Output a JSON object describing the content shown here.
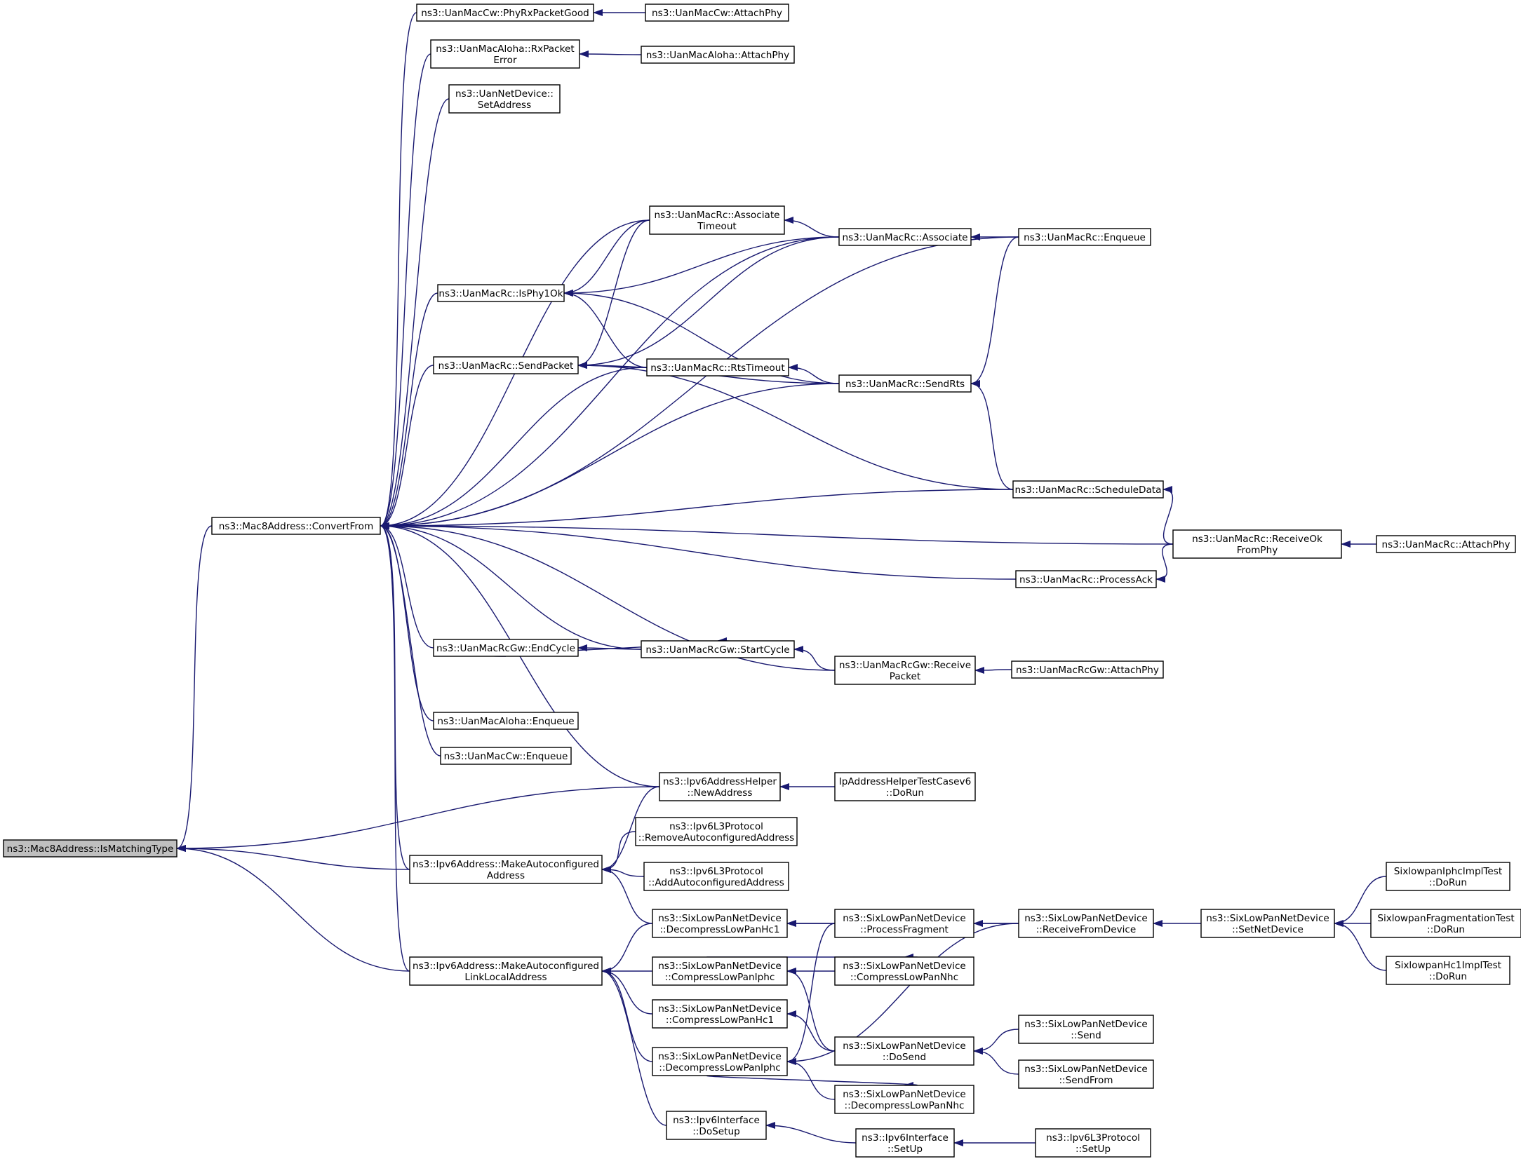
{
  "graph": {
    "colors": {
      "edge": "#191970",
      "node_border": "#000000",
      "node_fill": "#ffffff",
      "root_fill": "#bfbfbf"
    },
    "nodes": [
      {
        "id": "root",
        "lines": [
          "ns3::Mac8Address::IsMatchingType"
        ],
        "root": true
      },
      {
        "id": "convertfrom",
        "lines": [
          "ns3::Mac8Address::ConvertFrom"
        ]
      },
      {
        "id": "phyrxgood",
        "lines": [
          "ns3::UanMacCw::PhyRxPacketGood"
        ]
      },
      {
        "id": "cw_attach",
        "lines": [
          "ns3::UanMacCw::AttachPhy"
        ]
      },
      {
        "id": "aloha_rxerr",
        "lines": [
          "ns3::UanMacAloha::RxPacket",
          "Error"
        ]
      },
      {
        "id": "aloha_attach",
        "lines": [
          "ns3::UanMacAloha::AttachPhy"
        ]
      },
      {
        "id": "netdev_setaddr",
        "lines": [
          "ns3::UanNetDevice::",
          "SetAddress"
        ]
      },
      {
        "id": "assoc_timeout",
        "lines": [
          "ns3::UanMacRc::Associate",
          "Timeout"
        ]
      },
      {
        "id": "associate",
        "lines": [
          "ns3::UanMacRc::Associate"
        ]
      },
      {
        "id": "rc_enqueue",
        "lines": [
          "ns3::UanMacRc::Enqueue"
        ]
      },
      {
        "id": "isphy1ok",
        "lines": [
          "ns3::UanMacRc::IsPhy1Ok"
        ]
      },
      {
        "id": "sendpacket",
        "lines": [
          "ns3::UanMacRc::SendPacket"
        ]
      },
      {
        "id": "rtstimeout",
        "lines": [
          "ns3::UanMacRc::RtsTimeout"
        ]
      },
      {
        "id": "sendrts",
        "lines": [
          "ns3::UanMacRc::SendRts"
        ]
      },
      {
        "id": "scheduledata",
        "lines": [
          "ns3::UanMacRc::ScheduleData"
        ]
      },
      {
        "id": "receiveok",
        "lines": [
          "ns3::UanMacRc::ReceiveOk",
          "FromPhy"
        ]
      },
      {
        "id": "rc_attach",
        "lines": [
          "ns3::UanMacRc::AttachPhy"
        ]
      },
      {
        "id": "processack",
        "lines": [
          "ns3::UanMacRc::ProcessAck"
        ]
      },
      {
        "id": "endcycle",
        "lines": [
          "ns3::UanMacRcGw::EndCycle"
        ]
      },
      {
        "id": "startcycle",
        "lines": [
          "ns3::UanMacRcGw::StartCycle"
        ]
      },
      {
        "id": "gw_receive",
        "lines": [
          "ns3::UanMacRcGw::Receive",
          "Packet"
        ]
      },
      {
        "id": "gw_attach",
        "lines": [
          "ns3::UanMacRcGw::AttachPhy"
        ]
      },
      {
        "id": "aloha_enqueue",
        "lines": [
          "ns3::UanMacAloha::Enqueue"
        ]
      },
      {
        "id": "cw_enqueue",
        "lines": [
          "ns3::UanMacCw::Enqueue"
        ]
      },
      {
        "id": "ipv6helper_new",
        "lines": [
          "ns3::Ipv6AddressHelper",
          "::NewAddress"
        ]
      },
      {
        "id": "iphelper_test",
        "lines": [
          "IpAddressHelperTestCasev6",
          "::DoRun"
        ]
      },
      {
        "id": "l3_remove",
        "lines": [
          "ns3::Ipv6L3Protocol",
          "::RemoveAutoconfiguredAddress"
        ]
      },
      {
        "id": "make_auto",
        "lines": [
          "ns3::Ipv6Address::MakeAutoconfigured",
          "Address"
        ]
      },
      {
        "id": "l3_add",
        "lines": [
          "ns3::Ipv6L3Protocol",
          "::AddAutoconfiguredAddress"
        ]
      },
      {
        "id": "decomp_hc1",
        "lines": [
          "ns3::SixLowPanNetDevice",
          "::DecompressLowPanHc1"
        ]
      },
      {
        "id": "procfrag",
        "lines": [
          "ns3::SixLowPanNetDevice",
          "::ProcessFragment"
        ]
      },
      {
        "id": "recvfromdev",
        "lines": [
          "ns3::SixLowPanNetDevice",
          "::ReceiveFromDevice"
        ]
      },
      {
        "id": "setnetdev",
        "lines": [
          "ns3::SixLowPanNetDevice",
          "::SetNetDevice"
        ]
      },
      {
        "id": "iphc_test",
        "lines": [
          "SixlowpanIphcImplTest",
          "::DoRun"
        ]
      },
      {
        "id": "frag_test",
        "lines": [
          "SixlowpanFragmentationTest",
          "::DoRun"
        ]
      },
      {
        "id": "hc1_test",
        "lines": [
          "SixlowpanHc1ImplTest",
          "::DoRun"
        ]
      },
      {
        "id": "make_ll",
        "lines": [
          "ns3::Ipv6Address::MakeAutoconfigured",
          "LinkLocalAddress"
        ]
      },
      {
        "id": "comp_iphc",
        "lines": [
          "ns3::SixLowPanNetDevice",
          "::CompressLowPanIphc"
        ]
      },
      {
        "id": "comp_nhc",
        "lines": [
          "ns3::SixLowPanNetDevice",
          "::CompressLowPanNhc"
        ]
      },
      {
        "id": "comp_hc1",
        "lines": [
          "ns3::SixLowPanNetDevice",
          "::CompressLowPanHc1"
        ]
      },
      {
        "id": "dosend",
        "lines": [
          "ns3::SixLowPanNetDevice",
          "::DoSend"
        ]
      },
      {
        "id": "send",
        "lines": [
          "ns3::SixLowPanNetDevice",
          "::Send"
        ]
      },
      {
        "id": "sendfrom",
        "lines": [
          "ns3::SixLowPanNetDevice",
          "::SendFrom"
        ]
      },
      {
        "id": "decomp_iphc",
        "lines": [
          "ns3::SixLowPanNetDevice",
          "::DecompressLowPanIphc"
        ]
      },
      {
        "id": "decomp_nhc",
        "lines": [
          "ns3::SixLowPanNetDevice",
          "::DecompressLowPanNhc"
        ]
      },
      {
        "id": "ipv6if_dosetup",
        "lines": [
          "ns3::Ipv6Interface",
          "::DoSetup"
        ]
      },
      {
        "id": "ipv6if_setup",
        "lines": [
          "ns3::Ipv6Interface",
          "::SetUp"
        ]
      },
      {
        "id": "l3_setup",
        "lines": [
          "ns3::Ipv6L3Protocol",
          "::SetUp"
        ]
      }
    ],
    "edges": [
      {
        "from": "root",
        "to": "convertfrom"
      },
      {
        "from": "root",
        "to": "ipv6helper_new"
      },
      {
        "from": "root",
        "to": "make_auto"
      },
      {
        "from": "root",
        "to": "make_ll"
      },
      {
        "from": "convertfrom",
        "to": "phyrxgood"
      },
      {
        "from": "convertfrom",
        "to": "aloha_rxerr"
      },
      {
        "from": "convertfrom",
        "to": "netdev_setaddr"
      },
      {
        "from": "convertfrom",
        "to": "rc_enqueue"
      },
      {
        "from": "convertfrom",
        "to": "associate"
      },
      {
        "from": "convertfrom",
        "to": "assoc_timeout"
      },
      {
        "from": "convertfrom",
        "to": "isphy1ok"
      },
      {
        "from": "convertfrom",
        "to": "sendpacket"
      },
      {
        "from": "convertfrom",
        "to": "rtstimeout"
      },
      {
        "from": "convertfrom",
        "to": "sendrts"
      },
      {
        "from": "convertfrom",
        "to": "scheduledata"
      },
      {
        "from": "convertfrom",
        "to": "receiveok"
      },
      {
        "from": "convertfrom",
        "to": "processack"
      },
      {
        "from": "convertfrom",
        "to": "startcycle"
      },
      {
        "from": "convertfrom",
        "to": "endcycle"
      },
      {
        "from": "convertfrom",
        "to": "gw_receive"
      },
      {
        "from": "convertfrom",
        "to": "aloha_enqueue"
      },
      {
        "from": "convertfrom",
        "to": "cw_enqueue"
      },
      {
        "from": "convertfrom",
        "to": "ipv6helper_new"
      },
      {
        "from": "convertfrom",
        "to": "make_auto"
      },
      {
        "from": "convertfrom",
        "to": "make_ll"
      },
      {
        "from": "phyrxgood",
        "to": "cw_attach"
      },
      {
        "from": "aloha_rxerr",
        "to": "aloha_attach"
      },
      {
        "from": "assoc_timeout",
        "to": "associate"
      },
      {
        "from": "associate",
        "to": "rc_enqueue"
      },
      {
        "from": "isphy1ok",
        "to": "assoc_timeout"
      },
      {
        "from": "isphy1ok",
        "to": "associate"
      },
      {
        "from": "isphy1ok",
        "to": "rtstimeout"
      },
      {
        "from": "isphy1ok",
        "to": "sendrts"
      },
      {
        "from": "sendpacket",
        "to": "assoc_timeout"
      },
      {
        "from": "sendpacket",
        "to": "associate"
      },
      {
        "from": "sendpacket",
        "to": "rtstimeout"
      },
      {
        "from": "sendpacket",
        "to": "sendrts"
      },
      {
        "from": "sendpacket",
        "to": "scheduledata"
      },
      {
        "from": "rtstimeout",
        "to": "sendrts"
      },
      {
        "from": "sendrts",
        "to": "rc_enqueue"
      },
      {
        "from": "sendrts",
        "to": "scheduledata"
      },
      {
        "from": "scheduledata",
        "to": "receiveok"
      },
      {
        "from": "processack",
        "to": "receiveok"
      },
      {
        "from": "receiveok",
        "to": "rc_attach"
      },
      {
        "from": "endcycle",
        "to": "startcycle"
      },
      {
        "from": "startcycle",
        "to": "endcycle"
      },
      {
        "from": "startcycle",
        "to": "gw_receive"
      },
      {
        "from": "gw_receive",
        "to": "gw_attach"
      },
      {
        "from": "ipv6helper_new",
        "to": "iphelper_test"
      },
      {
        "from": "make_auto",
        "to": "ipv6helper_new"
      },
      {
        "from": "make_auto",
        "to": "l3_remove"
      },
      {
        "from": "make_auto",
        "to": "l3_add"
      },
      {
        "from": "make_auto",
        "to": "decomp_hc1"
      },
      {
        "from": "make_ll",
        "to": "decomp_hc1"
      },
      {
        "from": "make_ll",
        "to": "comp_iphc"
      },
      {
        "from": "make_ll",
        "to": "comp_hc1"
      },
      {
        "from": "make_ll",
        "to": "decomp_iphc"
      },
      {
        "from": "make_ll",
        "to": "ipv6if_dosetup"
      },
      {
        "from": "decomp_hc1",
        "to": "procfrag"
      },
      {
        "from": "decomp_hc1",
        "to": "recvfromdev"
      },
      {
        "from": "procfrag",
        "to": "recvfromdev"
      },
      {
        "from": "recvfromdev",
        "to": "setnetdev"
      },
      {
        "from": "setnetdev",
        "to": "iphc_test"
      },
      {
        "from": "setnetdev",
        "to": "frag_test"
      },
      {
        "from": "setnetdev",
        "to": "hc1_test"
      },
      {
        "from": "comp_iphc",
        "to": "comp_nhc"
      },
      {
        "from": "comp_nhc",
        "to": "comp_iphc"
      },
      {
        "from": "comp_iphc",
        "to": "dosend"
      },
      {
        "from": "comp_hc1",
        "to": "dosend"
      },
      {
        "from": "dosend",
        "to": "send"
      },
      {
        "from": "dosend",
        "to": "sendfrom"
      },
      {
        "from": "decomp_iphc",
        "to": "procfrag"
      },
      {
        "from": "decomp_iphc",
        "to": "recvfromdev"
      },
      {
        "from": "decomp_iphc",
        "to": "decomp_nhc"
      },
      {
        "from": "decomp_nhc",
        "to": "decomp_iphc"
      },
      {
        "from": "ipv6if_dosetup",
        "to": "ipv6if_setup"
      },
      {
        "from": "ipv6if_setup",
        "to": "l3_setup"
      }
    ]
  }
}
